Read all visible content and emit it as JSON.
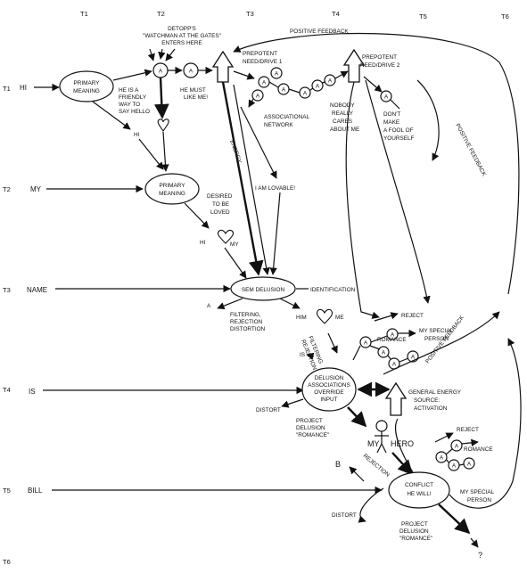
{
  "time_axis": [
    "T1",
    "T2",
    "T3",
    "T4",
    "T5",
    "T6"
  ],
  "input_words": [
    "HI",
    "MY",
    "NAME",
    "IS",
    "BILL"
  ],
  "ellipses": {
    "primary1": [
      "PRIMARY",
      "MEANING"
    ],
    "primary2": [
      "PRIMARY",
      "MEANING"
    ],
    "semdelusion": [
      "SEM DELUSION"
    ],
    "delusion": [
      "DELUSION",
      "ASSOCIATIONS",
      "OVERRIDE",
      "INPUT"
    ],
    "conflict": [
      "CONFLICT",
      "HE WILL!"
    ]
  },
  "annotations": {
    "detoppi": [
      "DETOPP'S",
      "\"WATCHMAN AT THE GATES\"",
      "ENTERS HERE"
    ],
    "friendly": [
      "HE IS A",
      "FRIENDLY",
      "WAY TO",
      "SAY HELLO"
    ],
    "hemust": [
      "HE MUST",
      "LIKE ME!"
    ],
    "need1": [
      "PREPOTENT",
      "NEED/DRIVE 1"
    ],
    "need2": [
      "PREPOTENT",
      "NEED/DRIVE 2"
    ],
    "assoc": [
      "ASSOCIATIONAL",
      "NETWORK"
    ],
    "nobody": [
      "NOBODY",
      "REALLY",
      "CARES",
      "ABOUT ME"
    ],
    "dontmake": [
      "DON'T",
      "MAKE",
      "A FOOL OF",
      "YOURSELF"
    ],
    "lovable": "I AM LOVABLE!",
    "desired": [
      "DESIRED",
      "TO BE",
      "LOVED"
    ],
    "energy": "ENERGY",
    "identification": "IDENTIFICATION",
    "filtering": [
      "FILTERING,",
      "REJECTION",
      "DISTORTION"
    ],
    "filtering2": [
      "FILTERING",
      "REJECTION"
    ],
    "reject": "REJECT",
    "romance": "ROMANCE",
    "myspecial": [
      "MY SPECIAL",
      "PERSON"
    ],
    "general": [
      "GENERAL ENERGY",
      "SOURCE:",
      "ACTIVATION"
    ],
    "project": [
      "PROJECT",
      "DELUSION",
      "\"ROMANCE\""
    ],
    "distort": "DISTORT",
    "rejection": "REJECTION",
    "positive_feedback": "POSITIVE FEEDBACK",
    "pos_fb2": "POSITIVE FEEDBACK",
    "pos_fb3": "POSITIVE FEEDBACK"
  },
  "words": {
    "hi": "HI",
    "hi_my": [
      "HI",
      "MY"
    ],
    "him_me": [
      "HIM",
      "ME"
    ],
    "my_hero": [
      "MY",
      "HERO"
    ],
    "a": "A",
    "is": "IS",
    "b": "B",
    "q": "?"
  },
  "node_label": "A"
}
